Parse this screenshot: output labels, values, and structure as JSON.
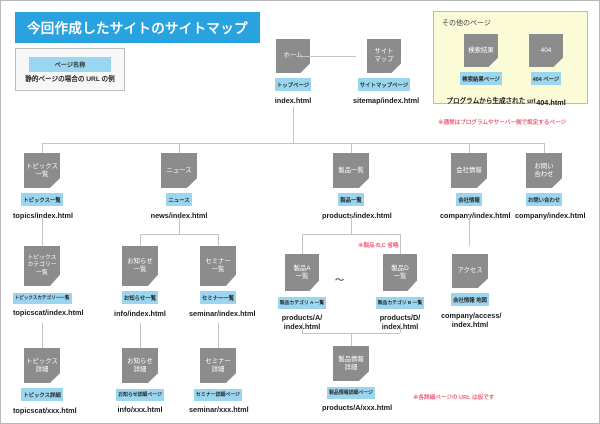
{
  "title": "今回作成したサイトのサイトマップ",
  "legend": {
    "name": "ページ名称",
    "url_example": "静的ページの場合の URL の例"
  },
  "other_pages": {
    "heading": "その他のページ",
    "note": "※通常はプログラムやサーバー側で設定するページ",
    "nodes": [
      {
        "title": "検索結果",
        "caption": "検索結果ページ",
        "url": "プログラムから生成された url"
      },
      {
        "title": "404",
        "caption": "404 ページ",
        "url": "404.html"
      }
    ]
  },
  "notes": {
    "product_omit": "※製品 B,C 省略",
    "detail_url_temp": "※各詳細ページの URL は仮です"
  },
  "level1": [
    {
      "title": "ホーム",
      "caption": "トップページ",
      "url": "index.html"
    },
    {
      "title": "サイト\nマップ",
      "caption": "サイトマップページ",
      "url": "sitemap/index.html"
    }
  ],
  "level2": [
    {
      "title": "トピックス\n一覧",
      "caption": "トピックス一覧",
      "url": "topics/index.html"
    },
    {
      "title": "ニュース",
      "caption": "ニュース",
      "url": "news/index.html"
    },
    {
      "title": "製品一覧",
      "caption": "製品一覧",
      "url": "products/index.html"
    },
    {
      "title": "会社情報",
      "caption": "会社情報",
      "url": "company/index.html"
    },
    {
      "title": "お問い\n合わせ",
      "caption": "お問い合わせ",
      "url": "company/index.html"
    }
  ],
  "level3": [
    {
      "title": "トピックス\nカテゴリー\n一覧",
      "caption": "トピックスカテゴリー一覧",
      "url": "topicscat/index.html"
    },
    {
      "title": "お知らせ\n一覧",
      "caption": "お知らせ一覧",
      "url": "info/index.html"
    },
    {
      "title": "セミナー\n一覧",
      "caption": "セミナー一覧",
      "url": "seminar/index.html"
    },
    {
      "title": "製品A\n一覧",
      "caption": "製品カテゴリ A 一覧",
      "url": "products/A/\nindex.html"
    },
    {
      "title": "製品D\n一覧",
      "caption": "製品カテゴリ B 一覧",
      "url": "products/D/\nindex.html"
    },
    {
      "title": "アクセス",
      "caption": "会社情報 地図",
      "url": "company/access/\nindex.html"
    }
  ],
  "level4": [
    {
      "title": "トピックス\n詳細",
      "caption": "トピックス詳細",
      "url": "topicscat/xxx.html"
    },
    {
      "title": "お知らせ\n詳細",
      "caption": "お知らせ詳細ページ",
      "url": "info/xxx.html"
    },
    {
      "title": "セミナー\n詳細",
      "caption": "セミナー詳細ページ",
      "url": "seminar/xxx.html"
    },
    {
      "title": "製品情報\n詳細",
      "caption": "製品情報詳細ページ",
      "url": "products/A/xxx.html"
    }
  ],
  "separators": {
    "tilde": "〜"
  },
  "colors": {
    "accent": "#29a3e0",
    "caption": "#9bd6f0",
    "node": "#8c8c8c",
    "panel": "#fcfbd8",
    "note": "#f0607a",
    "line": "#c4c4c4"
  }
}
